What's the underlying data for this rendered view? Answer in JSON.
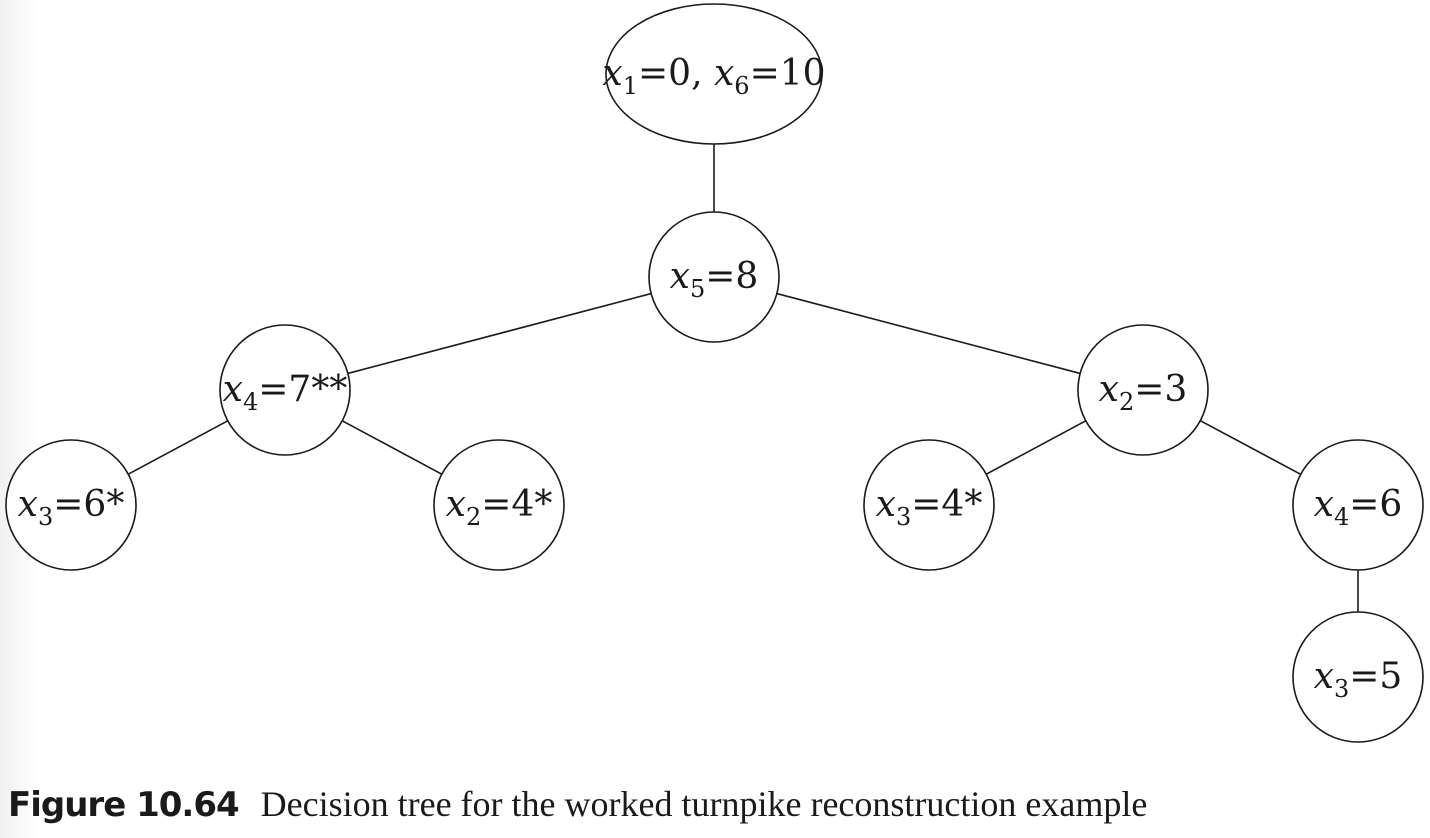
{
  "tree": {
    "nodes": [
      {
        "id": "root",
        "shape": "ellipse",
        "parts": [
          {
            "t": "x",
            "italic": true
          },
          {
            "t": "1",
            "sub": true
          },
          {
            "t": "=0, "
          },
          {
            "t": "x",
            "italic": true
          },
          {
            "t": "6",
            "sub": true
          },
          {
            "t": "=10"
          }
        ]
      },
      {
        "id": "n5",
        "shape": "circle",
        "parts": [
          {
            "t": "x",
            "italic": true
          },
          {
            "t": "5",
            "sub": true
          },
          {
            "t": "=8"
          }
        ]
      },
      {
        "id": "n4a",
        "shape": "circle",
        "parts": [
          {
            "t": "x",
            "italic": true
          },
          {
            "t": "4",
            "sub": true
          },
          {
            "t": "=7**"
          }
        ]
      },
      {
        "id": "n2a",
        "shape": "circle",
        "parts": [
          {
            "t": "x",
            "italic": true
          },
          {
            "t": "2",
            "sub": true
          },
          {
            "t": "=3"
          }
        ]
      },
      {
        "id": "n3a",
        "shape": "circle",
        "parts": [
          {
            "t": "x",
            "italic": true
          },
          {
            "t": "3",
            "sub": true
          },
          {
            "t": "=6*"
          }
        ]
      },
      {
        "id": "n2b",
        "shape": "circle",
        "parts": [
          {
            "t": "x",
            "italic": true
          },
          {
            "t": "2",
            "sub": true
          },
          {
            "t": "=4*"
          }
        ]
      },
      {
        "id": "n3b",
        "shape": "circle",
        "parts": [
          {
            "t": "x",
            "italic": true
          },
          {
            "t": "3",
            "sub": true
          },
          {
            "t": "=4*"
          }
        ]
      },
      {
        "id": "n4b",
        "shape": "circle",
        "parts": [
          {
            "t": "x",
            "italic": true
          },
          {
            "t": "4",
            "sub": true
          },
          {
            "t": "=6"
          }
        ]
      },
      {
        "id": "n3c",
        "shape": "circle",
        "parts": [
          {
            "t": "x",
            "italic": true
          },
          {
            "t": "3",
            "sub": true
          },
          {
            "t": "=5"
          }
        ]
      }
    ],
    "edges": [
      [
        "root",
        "n5"
      ],
      [
        "n5",
        "n4a"
      ],
      [
        "n5",
        "n2a"
      ],
      [
        "n4a",
        "n3a"
      ],
      [
        "n4a",
        "n2b"
      ],
      [
        "n2a",
        "n3b"
      ],
      [
        "n2a",
        "n4b"
      ],
      [
        "n4b",
        "n3c"
      ]
    ]
  },
  "caption": {
    "label": "Figure 10.64",
    "text": "Decision tree for the worked turnpike reconstruction example"
  }
}
